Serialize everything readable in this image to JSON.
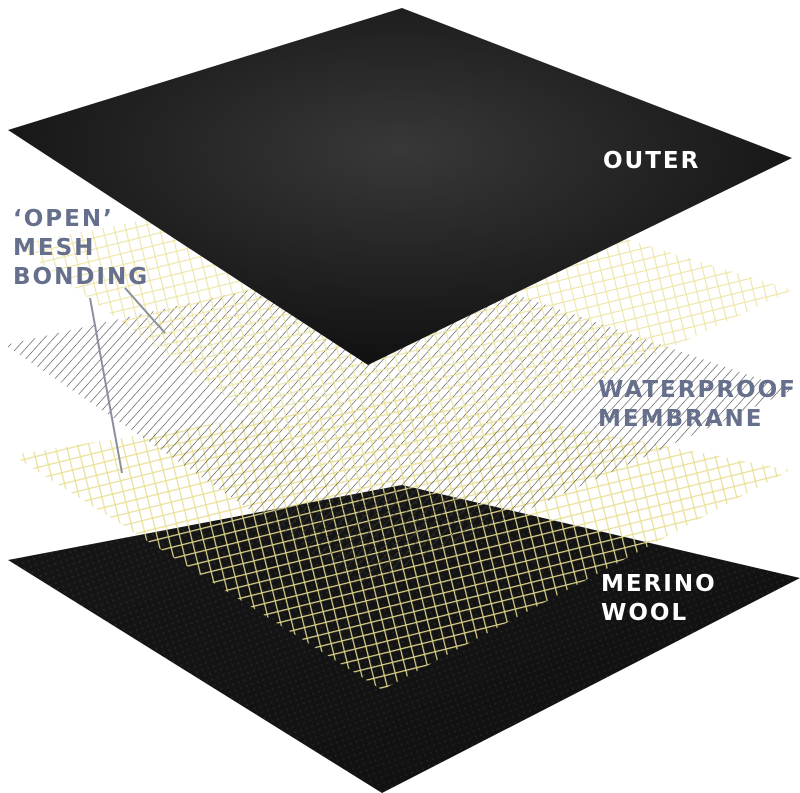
{
  "layers": [
    {
      "id": "outer",
      "label_lines": [
        "OUTER"
      ],
      "color": "#1a1a1a",
      "label_color": "#ffffff"
    },
    {
      "id": "mesh-top",
      "label_lines": [],
      "color": "#ece4a2"
    },
    {
      "id": "membrane",
      "label_lines": [
        "WATERPROOF",
        "MEMBRANE"
      ],
      "color": "#444444",
      "label_color": "#66708c"
    },
    {
      "id": "mesh-bottom",
      "label_lines": [],
      "color": "#ece4a2"
    },
    {
      "id": "merino",
      "label_lines": [
        "MERINO",
        "WOOL"
      ],
      "color": "#151515",
      "label_color": "#ffffff"
    }
  ],
  "callout": {
    "label_lines": [
      "‘OPEN’",
      "MESH",
      "BONDING"
    ],
    "label_color": "#66708c",
    "line_color": "#8a8f9e"
  }
}
